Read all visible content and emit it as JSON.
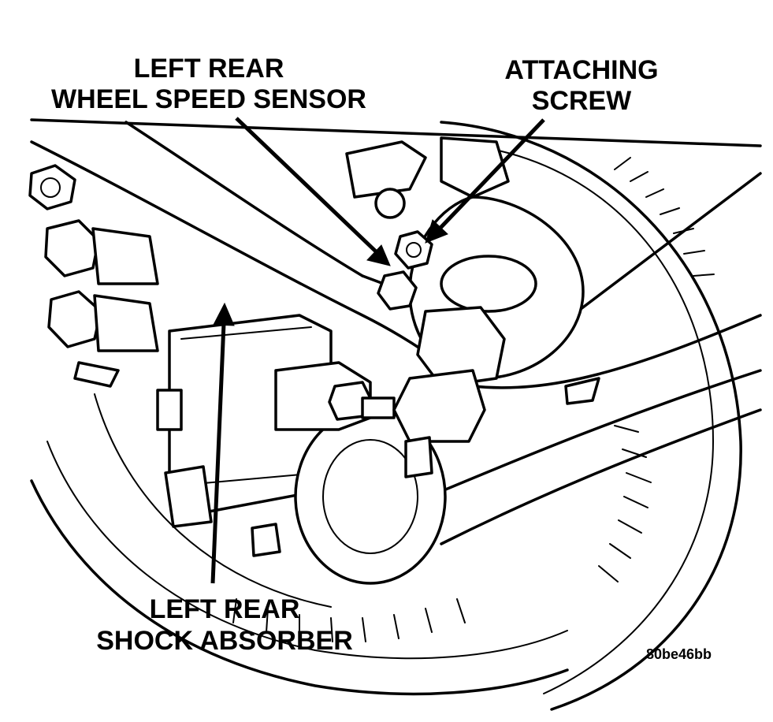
{
  "callouts": {
    "wheel_speed_sensor": {
      "line1": "LEFT REAR",
      "line2": "WHEEL SPEED SENSOR"
    },
    "attaching_screw": {
      "line1": "ATTACHING",
      "line2": "SCREW"
    },
    "shock_absorber": {
      "line1": "LEFT REAR",
      "line2": "SHOCK ABSORBER"
    }
  },
  "figure_id": "80be46bb"
}
